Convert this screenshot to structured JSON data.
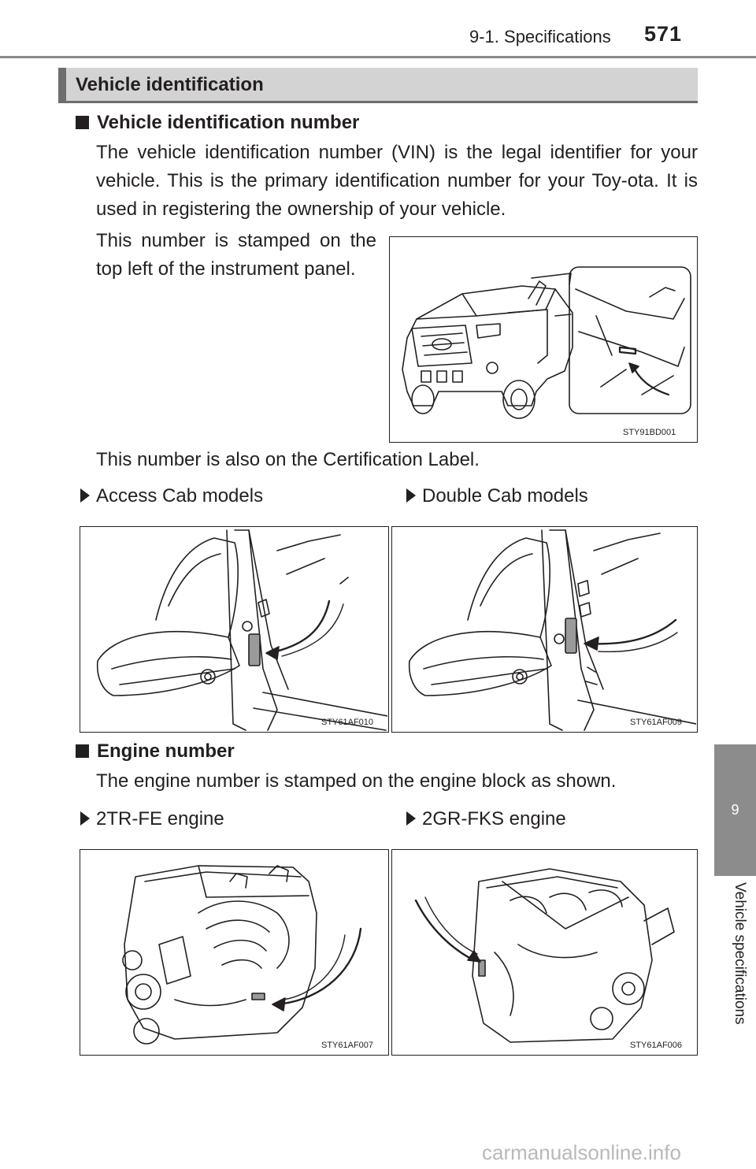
{
  "header": {
    "section": "9-1. Specifications",
    "page_number": "571"
  },
  "side_tab": {
    "chapter_number": "9",
    "chapter_title": "Vehicle specifications"
  },
  "section_title": "Vehicle identification",
  "vin": {
    "heading": "Vehicle identification number",
    "paragraph": "The vehicle identification number (VIN) is the legal identifier for your vehicle. This is the primary identification number for your Toy-ota. It is used in registering the ownership of your vehicle.",
    "location_text": "This number is stamped on the top left of the instrument panel.",
    "figure_code": "STY91BD001",
    "certification_text": "This number is also on the Certification Label."
  },
  "cab_models": [
    {
      "label": "Access Cab models",
      "figure_code": "STY61AF010"
    },
    {
      "label": "Double Cab models",
      "figure_code": "STY61AF009"
    }
  ],
  "engine": {
    "heading": "Engine number",
    "paragraph": "The engine number is stamped on the engine block as shown.",
    "variants": [
      {
        "label": "2TR-FE engine",
        "figure_code": "STY61AF007"
      },
      {
        "label": "2GR-FKS engine",
        "figure_code": "STY61AF006"
      }
    ]
  },
  "watermark": "carmanualsonline.info"
}
